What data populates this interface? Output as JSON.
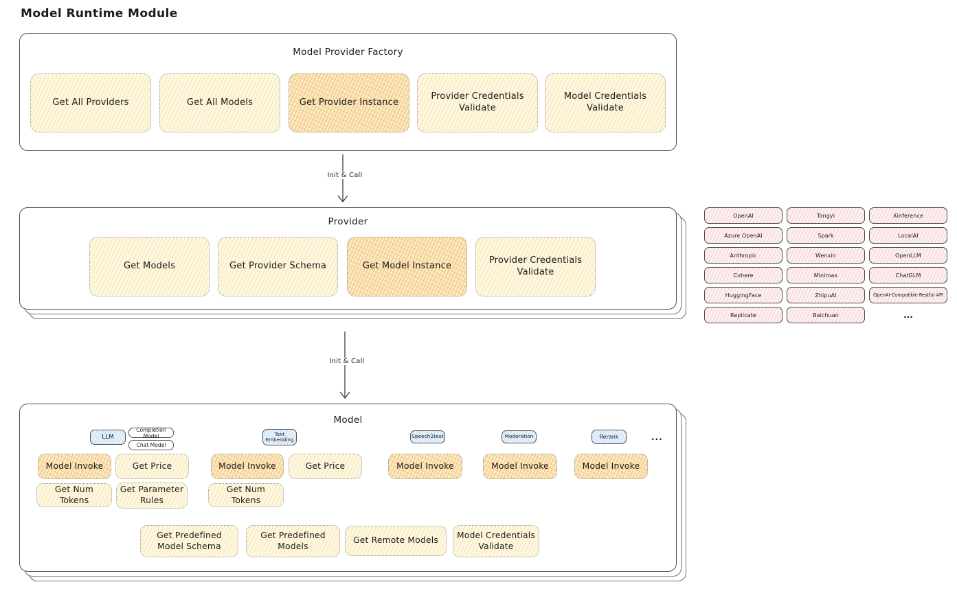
{
  "page_title": "Model Runtime Module",
  "colors": {
    "cream_fill": "#fdf8e2",
    "cream_hatch": "#f4c56e",
    "highlight_fill": "#fbeccb",
    "highlight_hatch": "#eea842",
    "pink_fill": "#fdf1f1",
    "pink_hatch": "#e17878",
    "blue_fill": "#eaf4fc",
    "blue_hatch": "#64a0d7",
    "container_border": "#4f4f4f",
    "dotted_border": "#9b9b9b"
  },
  "factory": {
    "title": "Model Provider Factory",
    "buttons": [
      {
        "label": "Get All Providers",
        "highlighted": false
      },
      {
        "label": "Get All Models",
        "highlighted": false
      },
      {
        "label": "Get Provider Instance",
        "highlighted": true
      },
      {
        "label": "Provider Credentials Validate",
        "highlighted": false
      },
      {
        "label": "Model Credentials Validate",
        "highlighted": false
      }
    ]
  },
  "arrows": {
    "factory_to_provider": "Init & Call",
    "provider_to_model": "Init & Call"
  },
  "provider": {
    "title": "Provider",
    "buttons": [
      {
        "label": "Get Models",
        "highlighted": false
      },
      {
        "label": "Get Provider Schema",
        "highlighted": false
      },
      {
        "label": "Get Model Instance",
        "highlighted": true
      },
      {
        "label": "Provider Credentials Validate",
        "highlighted": false
      }
    ]
  },
  "provider_list": {
    "items": [
      "OpenAI",
      "Tongyi",
      "Xinference",
      "Azure OpenAI",
      "Spark",
      "LocalAI",
      "Anthropic",
      "Wenxin",
      "OpenLLM",
      "Cohere",
      "Minimax",
      "ChatGLM",
      "HuggingFace",
      "ZhipuAI",
      "OpenAI-Compatible Restful API",
      "Replicate",
      "Baichuan"
    ],
    "ellipsis": "..."
  },
  "model": {
    "title": "Model",
    "tags": {
      "llm": "LLM",
      "completion_model": "Completion Model",
      "chat_model": "Chat Model",
      "text_embedding": "Text Embedding",
      "speech2text": "Speech2text",
      "moderation": "Moderation",
      "rerank": "Rerank",
      "ellipsis": "..."
    },
    "buttons": {
      "model_invoke": "Model Invoke",
      "get_price": "Get Price",
      "get_num_tokens": "Get Num Tokens",
      "get_parameter_rules": "Get Parameter Rules"
    },
    "shared_buttons": [
      "Get Predefined Model Schema",
      "Get Predefined Models",
      "Get Remote Models",
      "Model Credentials Validate"
    ]
  }
}
